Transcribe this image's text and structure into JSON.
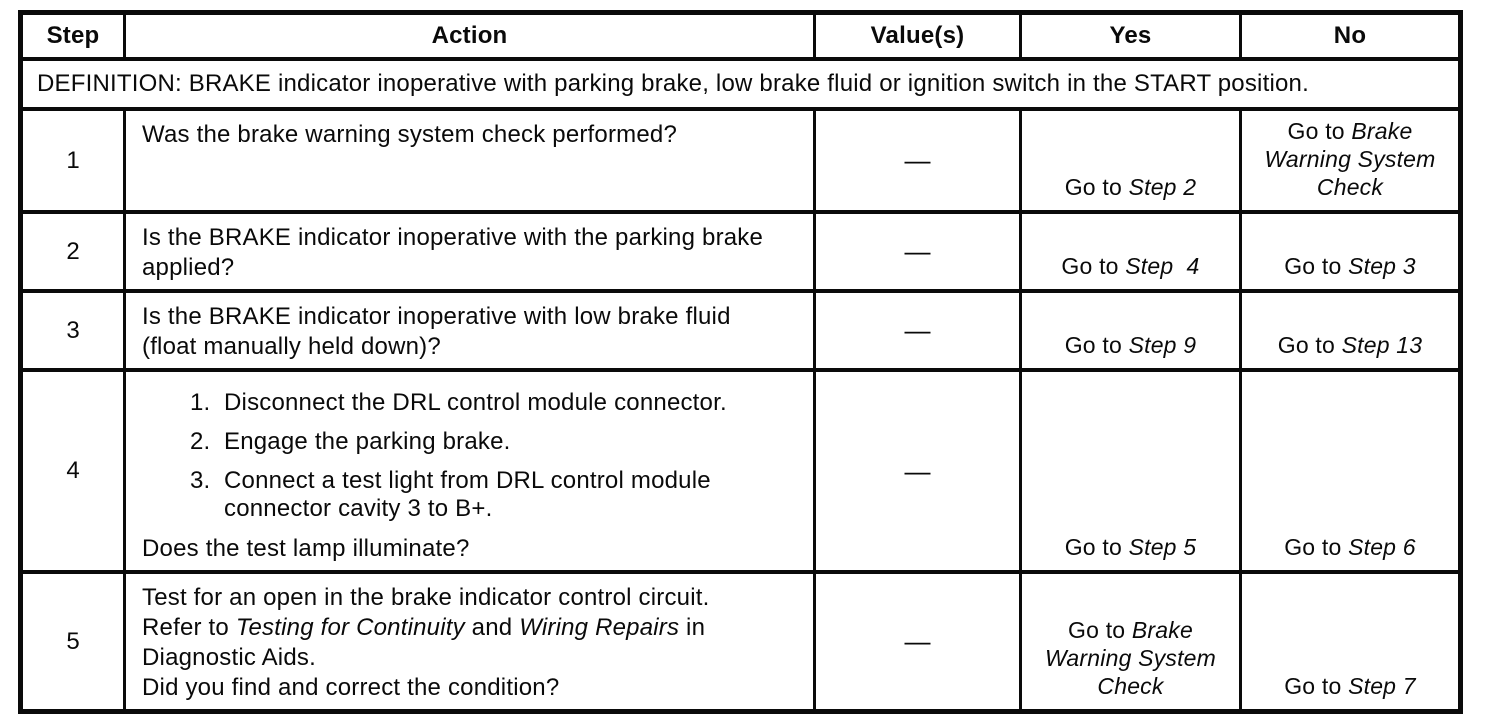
{
  "page": {
    "background": "#ffffff",
    "ink": "#0a0a0a"
  },
  "table": {
    "columns": [
      {
        "label": "Step"
      },
      {
        "label": "Action"
      },
      {
        "label": "Value(s)"
      },
      {
        "label": "Yes"
      },
      {
        "label": "No"
      }
    ],
    "definition": "DEFINITION: BRAKE indicator inoperative with parking brake, low brake fluid or ignition switch in the START position.",
    "rows": [
      {
        "step": "1",
        "question": "Was the brake warning system check performed?",
        "value": "—",
        "yes": [
          {
            "t": "Go to ",
            "i": false
          },
          {
            "t": "Step 2",
            "i": true
          }
        ],
        "no": [
          {
            "t": "Go to ",
            "i": false
          },
          {
            "t": "Brake Warning System Check",
            "i": true
          }
        ]
      },
      {
        "step": "2",
        "question": "Is the BRAKE indicator inoperative with the parking brake applied?",
        "value": "—",
        "yes": [
          {
            "t": "Go to ",
            "i": false
          },
          {
            "t": "Step  4",
            "i": true
          }
        ],
        "no": [
          {
            "t": "Go to ",
            "i": false
          },
          {
            "t": "Step 3",
            "i": true
          }
        ]
      },
      {
        "step": "3",
        "question": "Is the BRAKE indicator inoperative with low brake fluid (float manually held down)?",
        "value": "—",
        "yes": [
          {
            "t": "Go to ",
            "i": false
          },
          {
            "t": "Step 9",
            "i": true
          }
        ],
        "no": [
          {
            "t": "Go to ",
            "i": false
          },
          {
            "t": "Step 13",
            "i": true
          }
        ]
      },
      {
        "step": "4",
        "list": [
          {
            "num": "1.",
            "text": "Disconnect the DRL control module connector."
          },
          {
            "num": "2.",
            "text": "Engage the parking brake."
          },
          {
            "num": "3.",
            "text": "Connect a test light from DRL control module connector cavity 3 to B+."
          }
        ],
        "question": "Does the test lamp illuminate?",
        "value": "—",
        "yes": [
          {
            "t": "Go to ",
            "i": false
          },
          {
            "t": "Step 5",
            "i": true
          }
        ],
        "no": [
          {
            "t": "Go to ",
            "i": false
          },
          {
            "t": "Step 6",
            "i": true
          }
        ]
      },
      {
        "step": "5",
        "paragraph": [
          {
            "t": "Test for an open in the brake indicator control circuit. Refer to ",
            "i": false
          },
          {
            "t": "Testing for Continuity",
            "i": true
          },
          {
            "t": " and ",
            "i": false
          },
          {
            "t": "Wiring Repairs",
            "i": true
          },
          {
            "t": " in Diagnostic Aids.",
            "i": false
          }
        ],
        "question": "Did you find and correct the condition?",
        "value": "—",
        "yes": [
          {
            "t": "Go to ",
            "i": false
          },
          {
            "t": "Brake Warning System Check",
            "i": true
          }
        ],
        "no": [
          {
            "t": "Go to ",
            "i": false
          },
          {
            "t": "Step 7",
            "i": true
          }
        ]
      }
    ]
  }
}
